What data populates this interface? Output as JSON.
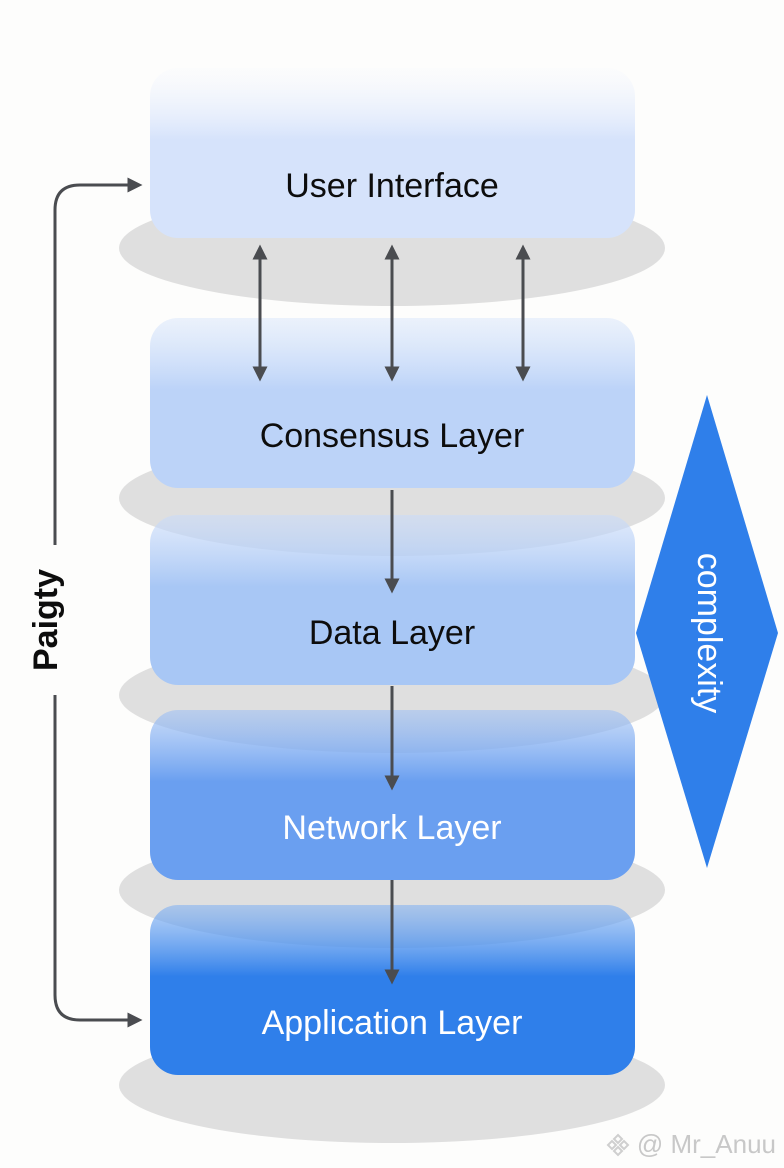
{
  "title": "Layered architecture stack",
  "layers": [
    {
      "id": "user-interface",
      "label": "User Interface",
      "fill_top": "#f7f9fe",
      "fill_bottom": "#d6e3fb",
      "text_color": "#0d0d0d"
    },
    {
      "id": "consensus",
      "label": "Consensus Layer",
      "fill_top": "#dce8fb",
      "fill_bottom": "#bcd3f8",
      "text_color": "#0d0d0d"
    },
    {
      "id": "data",
      "label": "Data Layer",
      "fill_top": "#c9dbfa",
      "fill_bottom": "#a8c7f5",
      "text_color": "#0d0d0d"
    },
    {
      "id": "network",
      "label": "Network Layer",
      "fill_top": "#9cbff5",
      "fill_bottom": "#6a9ff0",
      "text_color": "#ffffff"
    },
    {
      "id": "application",
      "label": "Application Layer",
      "fill_top": "#7fb0f3",
      "fill_bottom": "#2f7fea",
      "text_color": "#ffffff"
    }
  ],
  "connections": [
    {
      "from": "user-interface",
      "to": "consensus",
      "type": "bidirectional",
      "count": 3
    },
    {
      "from": "consensus",
      "to": "data",
      "type": "down"
    },
    {
      "from": "data",
      "to": "network",
      "type": "down"
    },
    {
      "from": "network",
      "to": "application",
      "type": "down"
    }
  ],
  "left_bracket": {
    "label": "Paigty",
    "from": "application",
    "to": "user-interface"
  },
  "complexity": {
    "label": "complexity",
    "color": "#2f7fea",
    "text_color": "#ffffff"
  },
  "colors": {
    "arrow": "#4a4c50",
    "shadow": "#d9d9d9",
    "background": "#fdfdfc"
  },
  "watermark": {
    "text": "@ Mr_Anuu",
    "icon": "binance-logo-icon"
  }
}
